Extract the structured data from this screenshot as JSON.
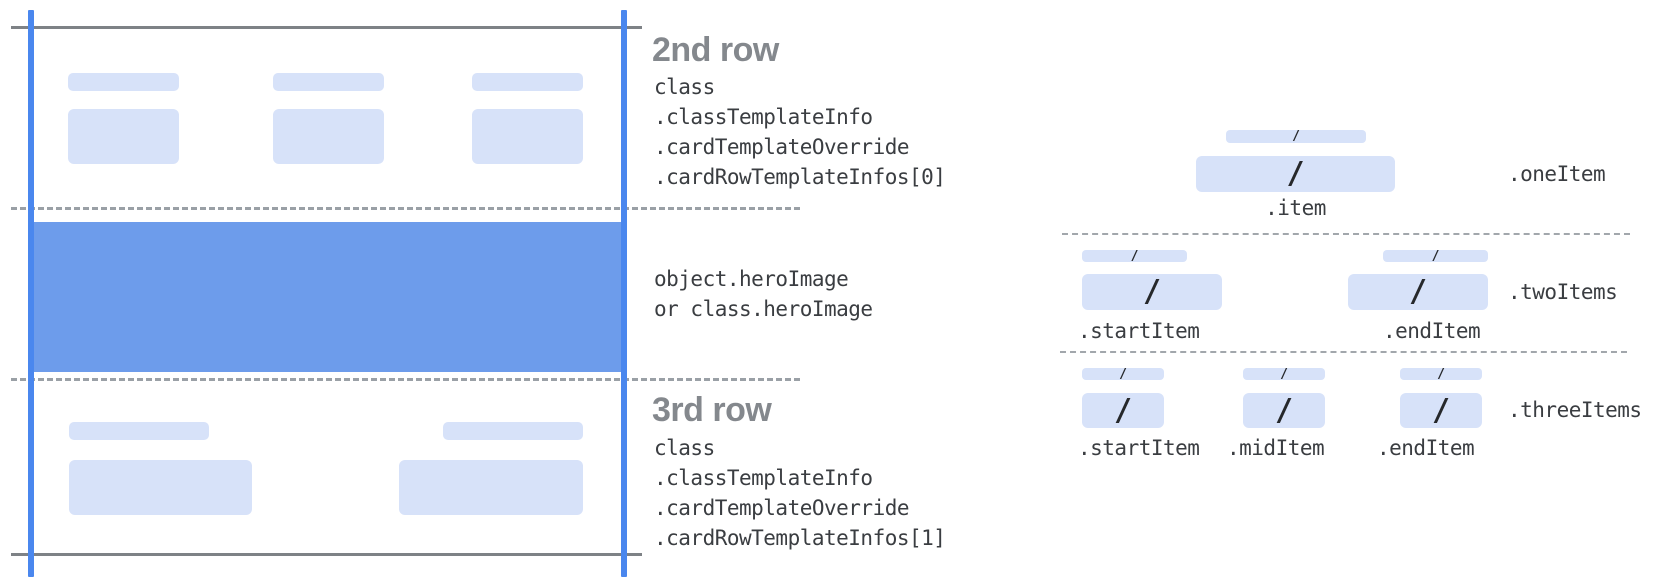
{
  "glyphs": {
    "slash": "/"
  },
  "colors": {
    "accent_blue": "#4a87ee",
    "hero_blue": "#6d9ceb",
    "placeholder_blue": "#d7e2f9",
    "line_gray": "#7e8286",
    "dash_gray": "#9aa0a6",
    "heading_gray": "#84888d",
    "text_dark": "#3a3d41"
  },
  "card_annotations": {
    "row2": {
      "title": "2nd row",
      "lines": [
        "class",
        ".classTemplateInfo",
        ".cardTemplateOverride",
        ".cardRowTemplateInfos[0]"
      ]
    },
    "hero": {
      "lines": [
        "object.heroImage",
        "or class.heroImage"
      ]
    },
    "row3": {
      "title": "3rd row",
      "lines": [
        "class",
        ".classTemplateInfo",
        ".cardTemplateOverride",
        ".cardRowTemplateInfos[1]"
      ]
    }
  },
  "item_layouts": {
    "one": {
      "label": ".oneItem",
      "items": [
        ".item"
      ]
    },
    "two": {
      "label": ".twoItems",
      "items": [
        ".startItem",
        ".endItem"
      ]
    },
    "three": {
      "label": ".threeItems",
      "items": [
        ".startItem",
        ".midItem",
        ".endItem"
      ]
    }
  }
}
